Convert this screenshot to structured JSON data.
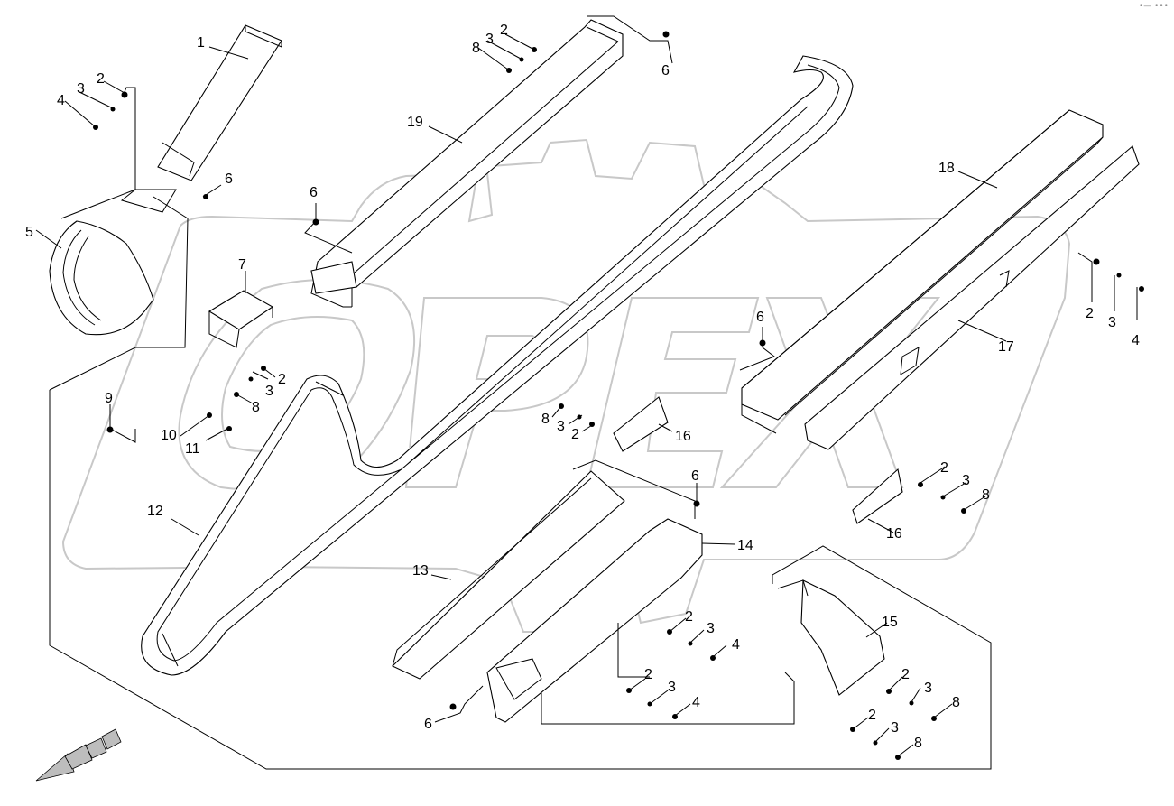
{
  "watermark": {
    "text": "OPEX"
  },
  "corner_mark": "•— •••",
  "colors": {
    "line": "#000000",
    "watermark": "#c8c8c8",
    "background": "#ffffff",
    "arrow": "#bdbdbd"
  },
  "callouts": [
    {
      "id": "c1",
      "text": "1"
    },
    {
      "id": "c2a",
      "text": "2"
    },
    {
      "id": "c3a",
      "text": "3"
    },
    {
      "id": "c4a",
      "text": "4"
    },
    {
      "id": "c5",
      "text": "5"
    },
    {
      "id": "c6a",
      "text": "6"
    },
    {
      "id": "c8b",
      "text": "8"
    },
    {
      "id": "c3b",
      "text": "3"
    },
    {
      "id": "c2b",
      "text": "2"
    },
    {
      "id": "c6b",
      "text": "6"
    },
    {
      "id": "c19",
      "text": "19"
    },
    {
      "id": "c6c",
      "text": "6"
    },
    {
      "id": "c7",
      "text": "7"
    },
    {
      "id": "c2c",
      "text": "2"
    },
    {
      "id": "c3c",
      "text": "3"
    },
    {
      "id": "c8c",
      "text": "8"
    },
    {
      "id": "c9",
      "text": "9"
    },
    {
      "id": "c10",
      "text": "10"
    },
    {
      "id": "c11",
      "text": "11"
    },
    {
      "id": "c12",
      "text": "12"
    },
    {
      "id": "c8d",
      "text": "8"
    },
    {
      "id": "c3d",
      "text": "3"
    },
    {
      "id": "c2d",
      "text": "2"
    },
    {
      "id": "c16a",
      "text": "16"
    },
    {
      "id": "c6d",
      "text": "6"
    },
    {
      "id": "c14",
      "text": "14"
    },
    {
      "id": "c13",
      "text": "13"
    },
    {
      "id": "c18",
      "text": "18"
    },
    {
      "id": "c2e",
      "text": "2"
    },
    {
      "id": "c3e",
      "text": "3"
    },
    {
      "id": "c4e",
      "text": "4"
    },
    {
      "id": "c17",
      "text": "17"
    },
    {
      "id": "c6e",
      "text": "6"
    },
    {
      "id": "c2f",
      "text": "2"
    },
    {
      "id": "c3f",
      "text": "3"
    },
    {
      "id": "c8f",
      "text": "8"
    },
    {
      "id": "c16b",
      "text": "16"
    },
    {
      "id": "c15",
      "text": "15"
    },
    {
      "id": "c2g",
      "text": "2"
    },
    {
      "id": "c3g",
      "text": "3"
    },
    {
      "id": "c4g",
      "text": "4"
    },
    {
      "id": "c2h",
      "text": "2"
    },
    {
      "id": "c3h",
      "text": "3"
    },
    {
      "id": "c4h",
      "text": "4"
    },
    {
      "id": "c2i",
      "text": "2"
    },
    {
      "id": "c3i",
      "text": "3"
    },
    {
      "id": "c8i",
      "text": "8"
    },
    {
      "id": "c2j",
      "text": "2"
    },
    {
      "id": "c3j",
      "text": "3"
    },
    {
      "id": "c8j",
      "text": "8"
    },
    {
      "id": "c6f",
      "text": "6"
    }
  ]
}
